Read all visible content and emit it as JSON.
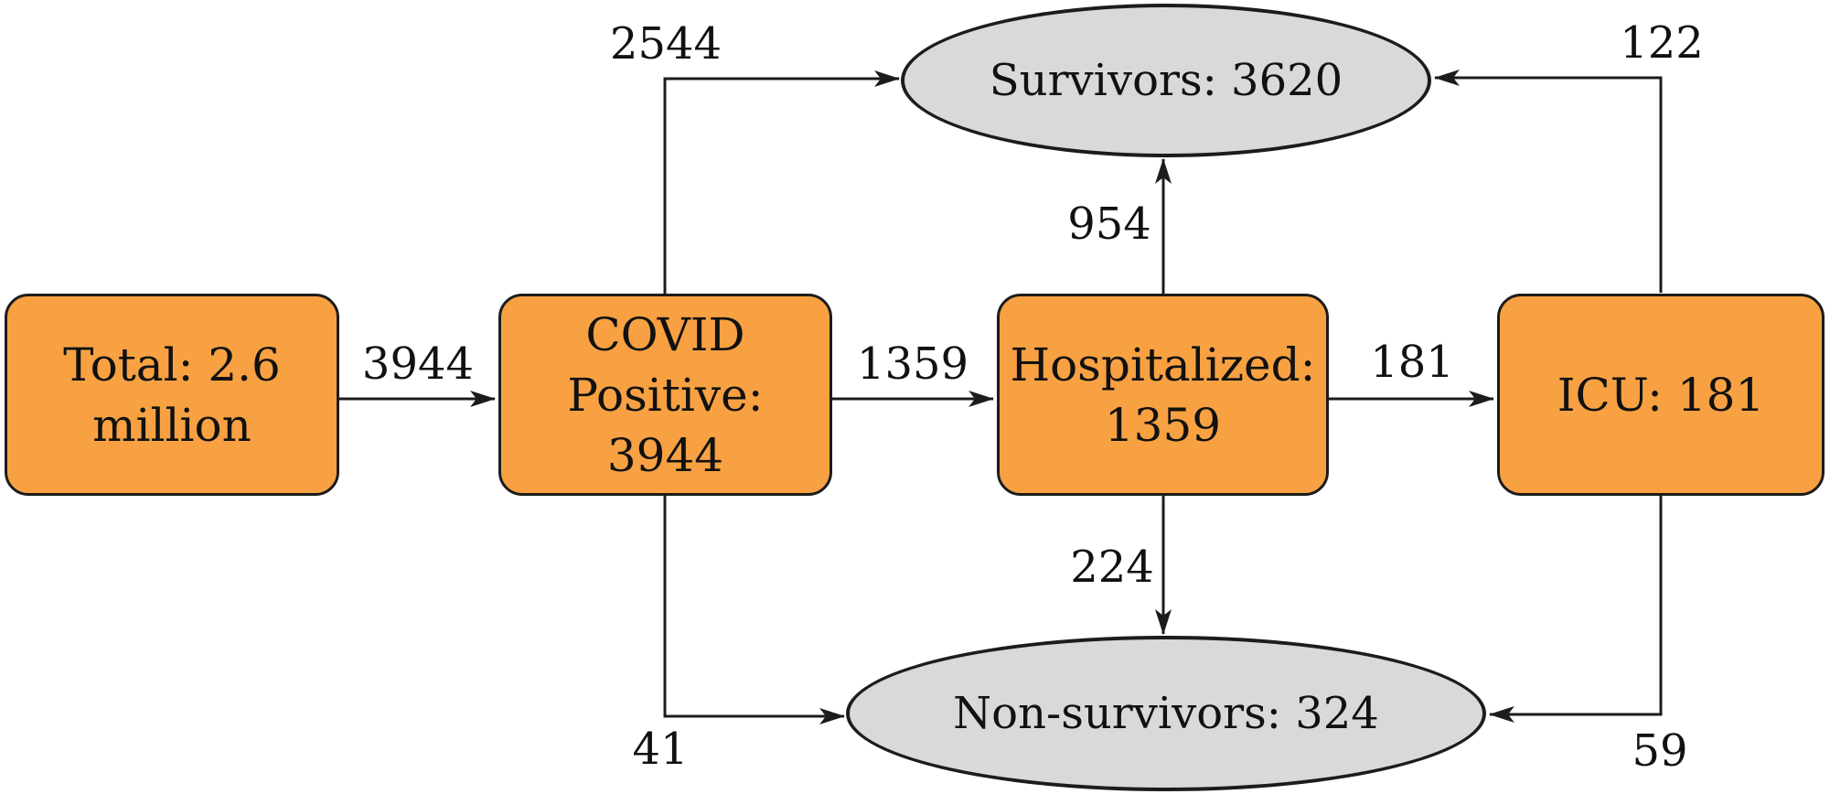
{
  "colors": {
    "box_fill": "#F8A142",
    "box_border": "#1c1c1c",
    "ellipse_fill": "#D9D9D9",
    "line": "#1c1c1c",
    "text": "#111111",
    "bg": "#ffffff"
  },
  "diagram": {
    "nodes": {
      "total": {
        "shape": "rounded-rect",
        "label": "Total: 2.6\nmillion"
      },
      "covid_positive": {
        "shape": "rounded-rect",
        "label": "COVID\nPositive:\n3944"
      },
      "hospitalized": {
        "shape": "rounded-rect",
        "label": "Hospitalized:\n1359"
      },
      "icu": {
        "shape": "rounded-rect",
        "label": "ICU: 181"
      },
      "survivors": {
        "shape": "ellipse",
        "label": "Survivors: 3620"
      },
      "non_survivors": {
        "shape": "ellipse",
        "label": "Non-survivors: 324"
      }
    },
    "edges": {
      "total_to_covid": {
        "from": "total",
        "to": "covid_positive",
        "label": "3944"
      },
      "covid_to_hospitalized": {
        "from": "covid_positive",
        "to": "hospitalized",
        "label": "1359"
      },
      "hospitalized_to_icu": {
        "from": "hospitalized",
        "to": "icu",
        "label": "181"
      },
      "covid_to_survivors": {
        "from": "covid_positive",
        "to": "survivors",
        "label": "2544"
      },
      "hospitalized_to_survivors": {
        "from": "hospitalized",
        "to": "survivors",
        "label": "954"
      },
      "icu_to_survivors": {
        "from": "icu",
        "to": "survivors",
        "label": "122"
      },
      "covid_to_non_survivors": {
        "from": "covid_positive",
        "to": "non_survivors",
        "label": "41"
      },
      "hospitalized_to_non_survivors": {
        "from": "hospitalized",
        "to": "non_survivors",
        "label": "224"
      },
      "icu_to_non_survivors": {
        "from": "icu",
        "to": "non_survivors",
        "label": "59"
      }
    }
  }
}
